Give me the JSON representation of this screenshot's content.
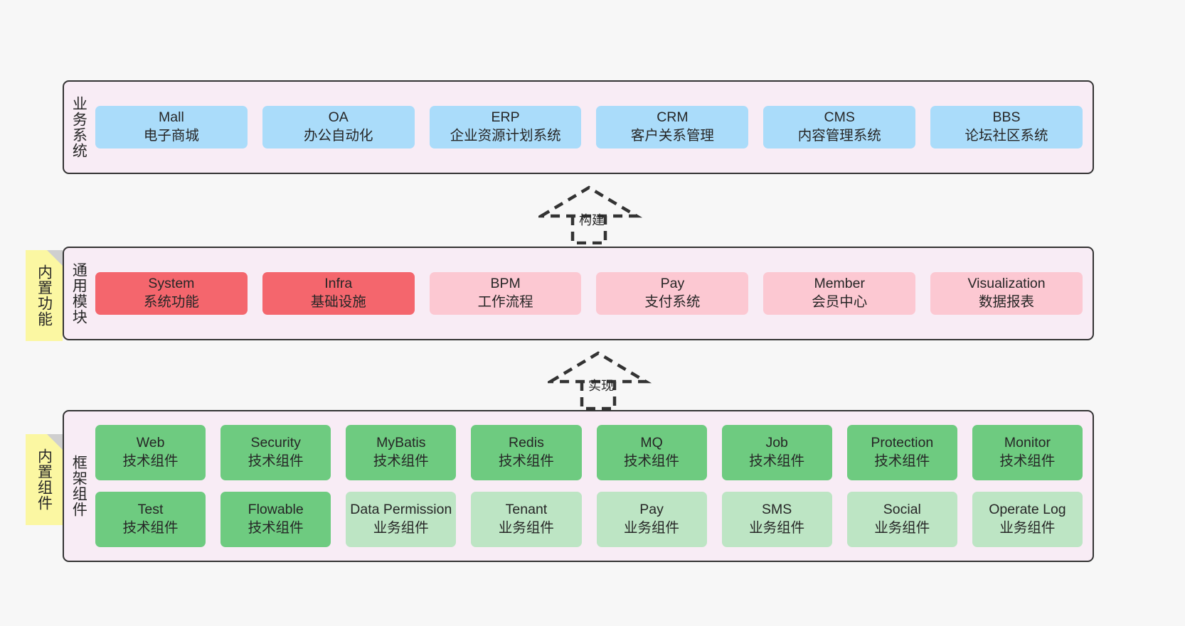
{
  "diagram": {
    "title": "",
    "background": "#f7f7f7",
    "colors": {
      "layer_bg": "#f8ecf5",
      "layer_border": "#333333",
      "business": "#aadcfa",
      "core_module": "#f4666d",
      "module": "#fcc8d2",
      "tech_component": "#6ecb80",
      "biz_component": "#bde5c4",
      "note": "#fbf7a2",
      "note_fold": "#cfcfcf"
    }
  },
  "layers": [
    {
      "id": "business-system",
      "label": "业务系统",
      "rows": [
        [
          {
            "en": "Mall",
            "cn": "电子商城",
            "style": "c-blue"
          },
          {
            "en": "OA",
            "cn": "办公自动化",
            "style": "c-blue"
          },
          {
            "en": "ERP",
            "cn": "企业资源计划系统",
            "style": "c-blue"
          },
          {
            "en": "CRM",
            "cn": "客户关系管理",
            "style": "c-blue"
          },
          {
            "en": "CMS",
            "cn": "内容管理系统",
            "style": "c-blue"
          },
          {
            "en": "BBS",
            "cn": "论坛社区系统",
            "style": "c-blue"
          }
        ]
      ]
    },
    {
      "id": "common-module",
      "label": "通用模块",
      "rows": [
        [
          {
            "en": "System",
            "cn": "系统功能",
            "style": "c-red"
          },
          {
            "en": "Infra",
            "cn": "基础设施",
            "style": "c-red"
          },
          {
            "en": "BPM",
            "cn": "工作流程",
            "style": "c-pinklight"
          },
          {
            "en": "Pay",
            "cn": "支付系统",
            "style": "c-pinklight"
          },
          {
            "en": "Member",
            "cn": "会员中心",
            "style": "c-pinklight"
          },
          {
            "en": "Visualization",
            "cn": "数据报表",
            "style": "c-pinklight"
          }
        ]
      ]
    },
    {
      "id": "framework-component",
      "label": "框架组件",
      "rows": [
        [
          {
            "en": "Web",
            "cn": "技术组件",
            "style": "c-green"
          },
          {
            "en": "Security",
            "cn": "技术组件",
            "style": "c-green"
          },
          {
            "en": "MyBatis",
            "cn": "技术组件",
            "style": "c-green"
          },
          {
            "en": "Redis",
            "cn": "技术组件",
            "style": "c-green"
          },
          {
            "en": "MQ",
            "cn": "技术组件",
            "style": "c-green"
          },
          {
            "en": "Job",
            "cn": "技术组件",
            "style": "c-green"
          },
          {
            "en": "Protection",
            "cn": "技术组件",
            "style": "c-green"
          },
          {
            "en": "Monitor",
            "cn": "技术组件",
            "style": "c-green"
          }
        ],
        [
          {
            "en": "Test",
            "cn": "技术组件",
            "style": "c-green"
          },
          {
            "en": "Flowable",
            "cn": "技术组件",
            "style": "c-green"
          },
          {
            "en": "Data Permission",
            "cn": "业务组件",
            "style": "c-greenlight"
          },
          {
            "en": "Tenant",
            "cn": "业务组件",
            "style": "c-greenlight"
          },
          {
            "en": "Pay",
            "cn": "业务组件",
            "style": "c-greenlight"
          },
          {
            "en": "SMS",
            "cn": "业务组件",
            "style": "c-greenlight"
          },
          {
            "en": "Social",
            "cn": "业务组件",
            "style": "c-greenlight"
          },
          {
            "en": "Operate Log",
            "cn": "业务组件",
            "style": "c-greenlight"
          }
        ]
      ]
    }
  ],
  "connectors": [
    {
      "id": "build",
      "label": "构建",
      "from": "common-module",
      "to": "business-system"
    },
    {
      "id": "implement",
      "label": "实现",
      "from": "framework-component",
      "to": "common-module"
    }
  ],
  "notes": [
    {
      "id": "builtin-function",
      "label": "内置功能",
      "target": "common-module"
    },
    {
      "id": "builtin-component",
      "label": "内置组件",
      "target": "framework-component"
    }
  ]
}
